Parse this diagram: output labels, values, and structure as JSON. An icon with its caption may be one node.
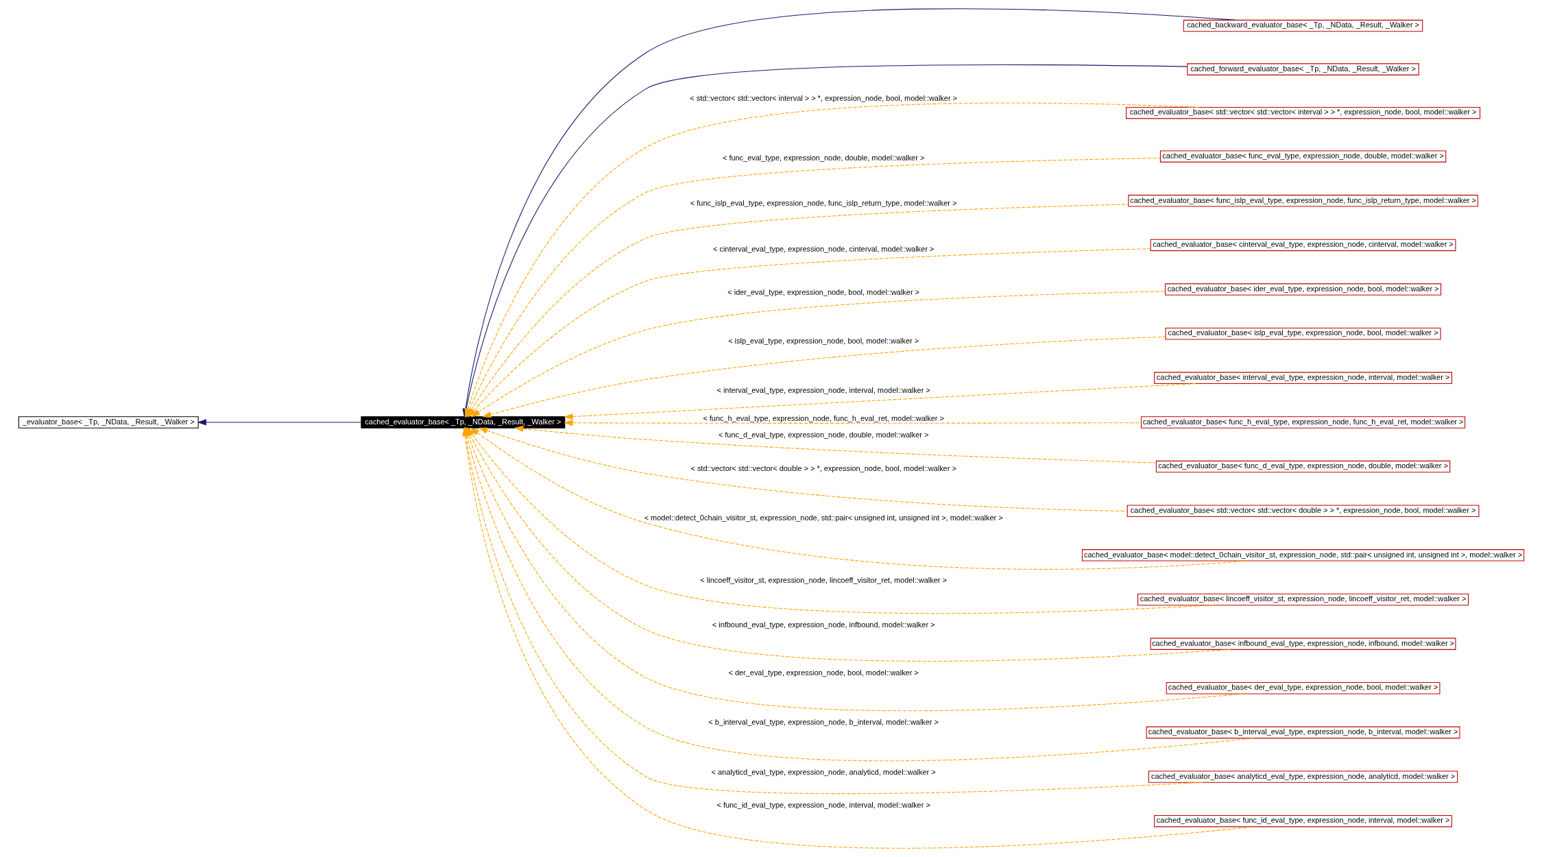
{
  "diagram": {
    "nodes": [
      {
        "text": [
          "_evaluator_base< _Tp, _NData, _Result, _Walker >"
        ]
      },
      {
        "text": [
          "cached_evaluator_base< _Tp, _NData, _Result, _Walker >"
        ]
      },
      {
        "text": [
          "cached_backward_evaluator_base< _Tp, _NData, _Result, _Walker >"
        ]
      },
      {
        "text": [
          "cached_forward_evaluator_base< _Tp, _NData, _Result, _Walker >"
        ]
      },
      {
        "text": [
          "cached_evaluator_base< std::vector< std::vector< interval > > *, expression_node, bool, model::walker >"
        ]
      },
      {
        "text": [
          "cached_evaluator_base< func_eval_type, expression_node, double, model::walker >"
        ]
      },
      {
        "text": [
          "cached_evaluator_base< func_islp_eval_type, expression_node, func_islp_return_type, model::walker >"
        ]
      },
      {
        "text": [
          "cached_evaluator_base< cinterval_eval_type, expression_node, cinterval, model::walker >"
        ]
      },
      {
        "text": [
          "cached_evaluator_base< ider_eval_type, expression_node, bool, model::walker >"
        ]
      },
      {
        "text": [
          "cached_evaluator_base< islp_eval_type, expression_node, bool, model::walker >"
        ]
      },
      {
        "text": [
          "cached_evaluator_base< interval_eval_type, expression_node, interval, model::walker >"
        ]
      },
      {
        "text": [
          "cached_evaluator_base< func_h_eval_type, expression_node, func_h_eval_ret, model::walker >"
        ]
      },
      {
        "text": [
          "cached_evaluator_base< func_d_eval_type, expression_node, double, model::walker >"
        ]
      },
      {
        "text": [
          "cached_evaluator_base< std::vector< std::vector< double > > *, expression_node, bool, model::walker >"
        ]
      },
      {
        "text": [
          "cached_evaluator_base< model::detect_0chain_visitor_st, expression_node, std::pair< unsigned int, unsigned int >, model::walker >"
        ]
      },
      {
        "text": [
          "cached_evaluator_base< lincoeff_visitor_st, expression_node, lincoeff_visitor_ret, model::walker >"
        ]
      },
      {
        "text": [
          "cached_evaluator_base< infbound_eval_type, expression_node, infbound, model::walker >"
        ]
      },
      {
        "text": [
          "cached_evaluator_base< der_eval_type, expression_node, bool, model::walker >"
        ]
      },
      {
        "text": [
          "cached_evaluator_base< b_interval_eval_type, expression_node, b_interval, model::walker >"
        ]
      },
      {
        "text": [
          "cached_evaluator_base< analyticd_eval_type, expression_node, analyticd, model::walker >"
        ]
      },
      {
        "text": [
          "cached_evaluator_base< func_id_eval_type, expression_node, interval, model::walker >"
        ]
      }
    ],
    "edges": [
      {
        "from": 1,
        "to": 0,
        "arrow": "to",
        "color": "#191970"
      },
      {
        "from": 2,
        "to": 1,
        "arrow": "to",
        "color": "#191970"
      },
      {
        "from": 3,
        "to": 1,
        "arrow": "to",
        "color": "#191970"
      },
      {
        "from": 4,
        "to": 1,
        "arrow": "to",
        "style": "dashed",
        "label": "< std::vector< std::vector< interval > > *, expression_node, bool, model::walker >"
      },
      {
        "from": 5,
        "to": 1,
        "arrow": "to",
        "style": "dashed",
        "label": "< func_eval_type, expression_node, double, model::walker >"
      },
      {
        "from": 6,
        "to": 1,
        "arrow": "to",
        "style": "dashed",
        "label": "< func_islp_eval_type, expression_node, func_islp_return_type, model::walker >"
      },
      {
        "from": 7,
        "to": 1,
        "arrow": "to",
        "style": "dashed",
        "label": "< cinterval_eval_type, expression_node, cinterval, model::walker >"
      },
      {
        "from": 8,
        "to": 1,
        "arrow": "to",
        "style": "dashed",
        "label": "< ider_eval_type, expression_node, bool, model::walker >"
      },
      {
        "from": 9,
        "to": 1,
        "arrow": "to",
        "style": "dashed",
        "label": "< islp_eval_type, expression_node, bool, model::walker >"
      },
      {
        "from": 10,
        "to": 1,
        "arrow": "to",
        "style": "dashed",
        "label": "< interval_eval_type, expression_node, interval, model::walker >"
      },
      {
        "from": 11,
        "to": 1,
        "arrow": "to",
        "style": "dashed",
        "label": "< func_h_eval_type, expression_node, func_h_eval_ret, model::walker >"
      },
      {
        "from": 12,
        "to": 1,
        "arrow": "to",
        "style": "dashed",
        "label": "< func_d_eval_type, expression_node, double, model::walker >"
      },
      {
        "from": 13,
        "to": 1,
        "arrow": "to",
        "style": "dashed",
        "label": "< std::vector< std::vector< double > > *, expression_node, bool, model::walker >"
      },
      {
        "from": 14,
        "to": 1,
        "arrow": "to",
        "style": "dashed",
        "label": "< model::detect_0chain_visitor_st, expression_node, std::pair< unsigned int, unsigned int >, model::walker >"
      },
      {
        "from": 15,
        "to": 1,
        "arrow": "to",
        "style": "dashed",
        "label": "< lincoeff_visitor_st, expression_node, lincoeff_visitor_ret, model::walker >"
      },
      {
        "from": 16,
        "to": 1,
        "arrow": "to",
        "style": "dashed",
        "label": "< infbound_eval_type, expression_node, infbound, model::walker >"
      },
      {
        "from": 17,
        "to": 1,
        "arrow": "to",
        "style": "dashed",
        "label": "< der_eval_type, expression_node, bool, model::walker >"
      },
      {
        "from": 18,
        "to": 1,
        "arrow": "to",
        "style": "dashed",
        "label": "< b_interval_eval_type, expression_node, b_interval, model::walker >"
      },
      {
        "from": 19,
        "to": 1,
        "arrow": "to",
        "style": "dashed",
        "label": "< analyticd_eval_type, expression_node, analyticd, model::walker >"
      },
      {
        "from": 20,
        "to": 1,
        "arrow": "to",
        "style": "dashed",
        "label": "< func_id_eval_type, expression_node, interval, model::walker >"
      }
    ]
  }
}
